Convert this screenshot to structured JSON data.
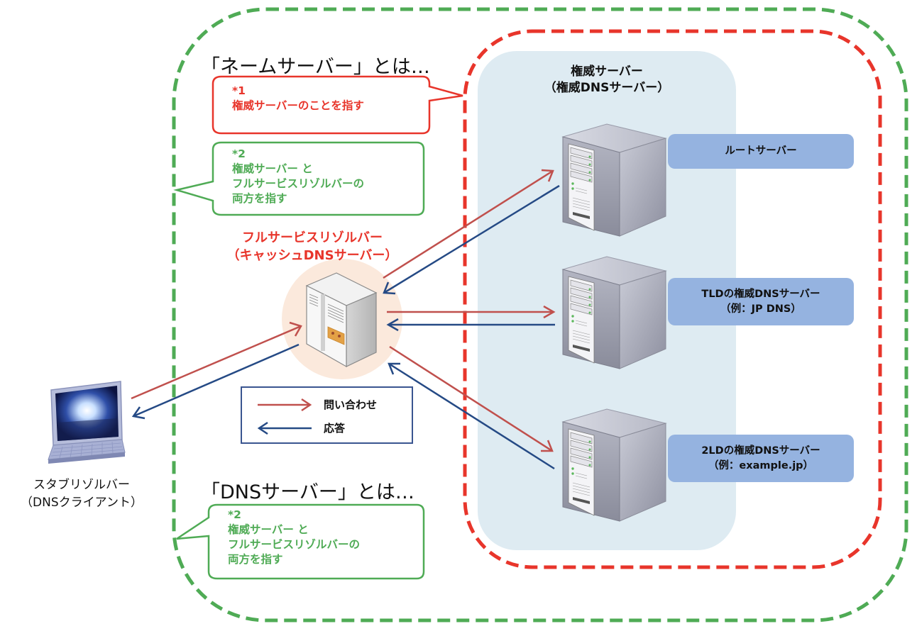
{
  "headings": {
    "name_server": "「ネームサーバー」とは…",
    "dns_server": "「DNSサーバー」とは…"
  },
  "callouts": {
    "name_server_star1": {
      "marker": "*1",
      "lines": [
        "権威サーバーのことを指す"
      ],
      "color": "#e8352b"
    },
    "name_server_star2": {
      "marker": "*2",
      "lines": [
        "権威サーバー と",
        "フルサービスリゾルバーの",
        "両方を指す"
      ],
      "color": "#4fab55"
    },
    "dns_server_star2": {
      "marker": "*2",
      "lines": [
        "権威サーバー と",
        "フルサービスリゾルバーの",
        "両方を指す"
      ],
      "color": "#4fab55"
    }
  },
  "authoritative": {
    "title": "権威サーバー",
    "subtitle": "（権威DNSサーバー）",
    "servers": [
      {
        "name": "root-server",
        "label": "ルートサーバー",
        "sub": ""
      },
      {
        "name": "tld-server",
        "label": "TLDの権威DNSサーバー",
        "sub": "（例：JP DNS）"
      },
      {
        "name": "2ld-server",
        "label": "2LDの権威DNSサーバー",
        "sub": "（例：example.jp）"
      }
    ]
  },
  "resolver": {
    "title": "フルサービスリゾルバー",
    "subtitle": "（キャッシュDNSサーバー）"
  },
  "client": {
    "title": "スタブリゾルバー",
    "subtitle": "（DNSクライアント）"
  },
  "legend": {
    "query_label": "問い合わせ",
    "response_label": "応答",
    "query_color": "#c0504d",
    "response_color": "#254a85"
  },
  "colors": {
    "outer_boundary": "#4fab55",
    "inner_boundary": "#e8352b",
    "authoritative_panel": "#deebf2",
    "server_label_bg": "#95b3e0",
    "resolver_halo": "#fbe9dc"
  }
}
